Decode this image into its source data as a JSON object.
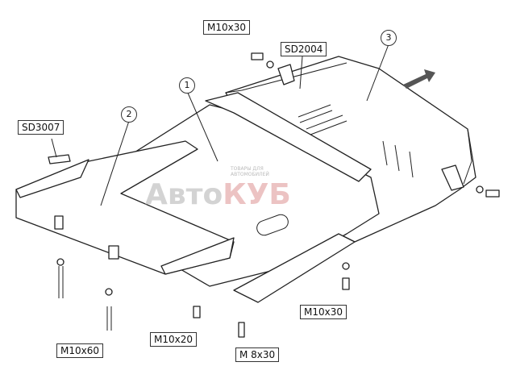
{
  "parts": {
    "part1": "1",
    "part2": "2",
    "part3": "3"
  },
  "callouts": {
    "bolt_top": "M10x30",
    "sd2004": "SD2004",
    "sd3007": "SD3007",
    "bolt_right": "M10x30",
    "bolt_left": "M10x60",
    "bolt_mid": "M10x20",
    "bolt_m8": "M 8x30"
  },
  "direction_arrow": "FWD",
  "watermark": {
    "brand_a": "Авто",
    "brand_b": "КУБ",
    "tagline": "ТОВАРЫ ДЛЯ АВТОМОБИЛЕЙ"
  }
}
